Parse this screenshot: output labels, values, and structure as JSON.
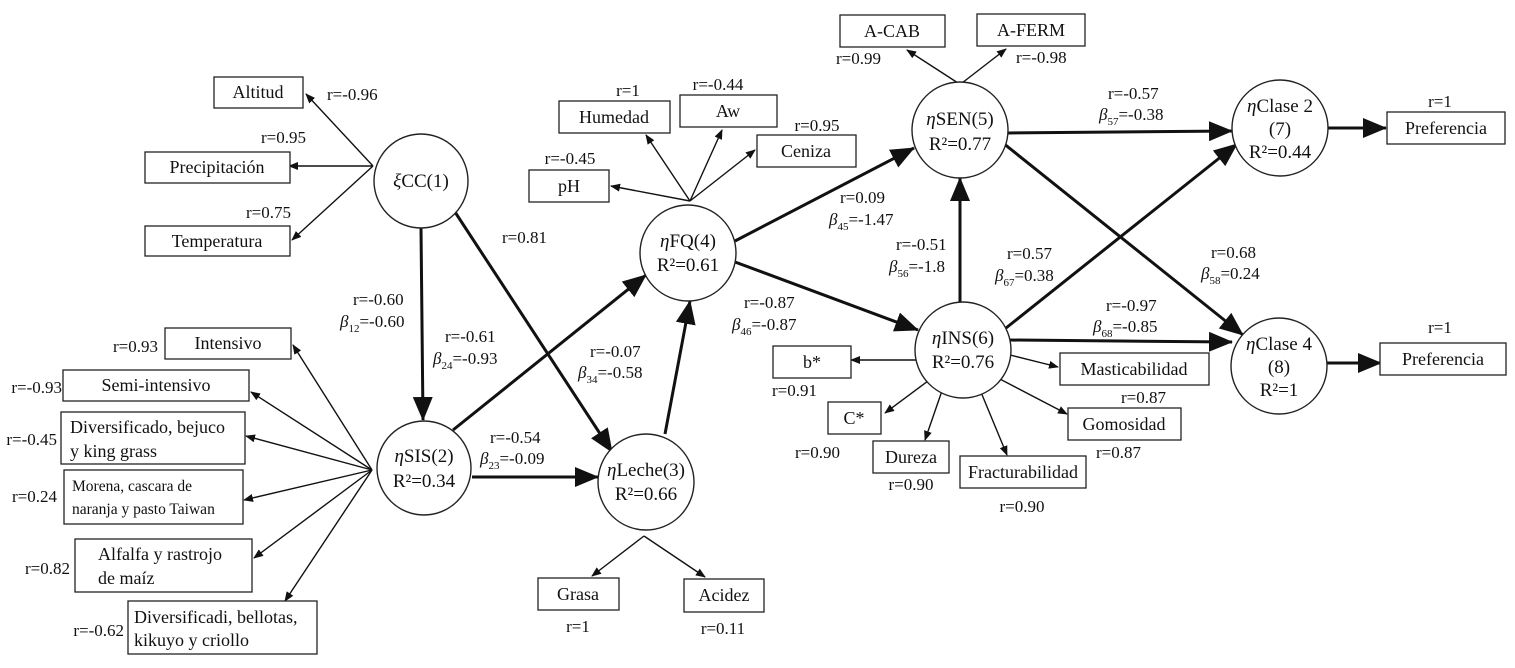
{
  "latent_variables": {
    "cc": {
      "symbol": "ξ",
      "name": "CC(1)"
    },
    "sis": {
      "symbol": "η",
      "name": "SIS(2)",
      "r2": "R²=0.34"
    },
    "leche": {
      "symbol": "η",
      "name": "Leche(3)",
      "r2": "R²=0.66"
    },
    "fq": {
      "symbol": "η",
      "name": "FQ(4)",
      "r2": "R²=0.61"
    },
    "sen": {
      "symbol": "η",
      "name": "SEN(5)",
      "r2": "R²=0.77"
    },
    "ins": {
      "symbol": "η",
      "name": "INS(6)",
      "r2": "R²=0.76"
    },
    "clase2": {
      "symbol": "η",
      "name": "Clase 2",
      "num": "(7)",
      "r2": "R²=0.44"
    },
    "clase4": {
      "symbol": "η",
      "name": "Clase 4",
      "num": "(8)",
      "r2": "R²=1"
    }
  },
  "indicators": {
    "cc": [
      {
        "label": "Altitud",
        "r": "r=-0.96"
      },
      {
        "label": "Precipitación",
        "r": "r=0.95"
      },
      {
        "label": "Temperatura",
        "r": "r=0.75"
      }
    ],
    "sis": [
      {
        "label": "Intensivo",
        "r": "r=0.93"
      },
      {
        "label": "Semi-intensivo",
        "r": "r=-0.93"
      },
      {
        "label": "Diversificado, bejuco",
        "label2": "y king grass",
        "r": "r=-0.45"
      },
      {
        "label": "Morena, cascara de",
        "label2": "naranja y pasto Taiwan",
        "r": "r=0.24"
      },
      {
        "label": "Alfalfa y rastrojo",
        "label2": "de maíz",
        "r": "r=0.82"
      },
      {
        "label": "Diversificadi, bellotas,",
        "label2": "kikuyo y criollo",
        "r": "r=-0.62"
      }
    ],
    "leche": [
      {
        "label": "Grasa",
        "r": "r=1"
      },
      {
        "label": "Acidez",
        "r": "r=0.11"
      }
    ],
    "fq": [
      {
        "label": "pH",
        "r": "r=-0.45"
      },
      {
        "label": "Humedad",
        "r": "r=1"
      },
      {
        "label": "Aw",
        "r": "r=-0.44"
      },
      {
        "label": "Ceniza",
        "r": "r=0.95"
      }
    ],
    "sen": [
      {
        "label": "A-CAB",
        "r": "r=0.99"
      },
      {
        "label": "A-FERM",
        "r": "r=-0.98"
      }
    ],
    "ins": [
      {
        "label": "b*",
        "r": "r=0.91"
      },
      {
        "label": "C*",
        "r": "r=0.90"
      },
      {
        "label": "Dureza",
        "r": "r=0.90"
      },
      {
        "label": "Fracturabilidad",
        "r": "r=0.90"
      },
      {
        "label": "Gomosidad",
        "r": "r=0.87"
      },
      {
        "label": "Masticabilidad",
        "r": "r=0.87"
      }
    ],
    "clase2": [
      {
        "label": "Preferencia",
        "r": "r=1"
      }
    ],
    "clase4": [
      {
        "label": "Preferencia",
        "r": "r=1"
      }
    ]
  },
  "paths": {
    "p12": {
      "r": "r=-0.60",
      "beta_sub": "12",
      "beta_val": "=-0.60"
    },
    "p13": {
      "r": "r=0.81"
    },
    "p24": {
      "r": "r=-0.61",
      "beta_sub": "24",
      "beta_val": "=-0.93"
    },
    "p23": {
      "r": "r=-0.54",
      "beta_sub": "23",
      "beta_val": "=-0.09"
    },
    "p34": {
      "r": "r=-0.07",
      "beta_sub": "34",
      "beta_val": "=-0.58"
    },
    "p45": {
      "r": "r=0.09",
      "beta_sub": "45",
      "beta_val": "=-1.47"
    },
    "p46": {
      "r": "r=-0.87",
      "beta_sub": "46",
      "beta_val": "=-0.87"
    },
    "p56": {
      "r": "r=-0.51",
      "beta_sub": "56",
      "beta_val": "=-1.8"
    },
    "p57": {
      "r": "r=-0.57",
      "beta_sub": "57",
      "beta_val": "=-0.38"
    },
    "p58": {
      "r": "r=0.68",
      "beta_sub": "58",
      "beta_val": "=0.24"
    },
    "p67": {
      "r": "r=0.57",
      "beta_sub": "67",
      "beta_val": "=0.38"
    },
    "p68": {
      "r": "r=-0.97",
      "beta_sub": "68",
      "beta_val": "=-0.85"
    }
  },
  "symbols": {
    "beta": "β"
  }
}
